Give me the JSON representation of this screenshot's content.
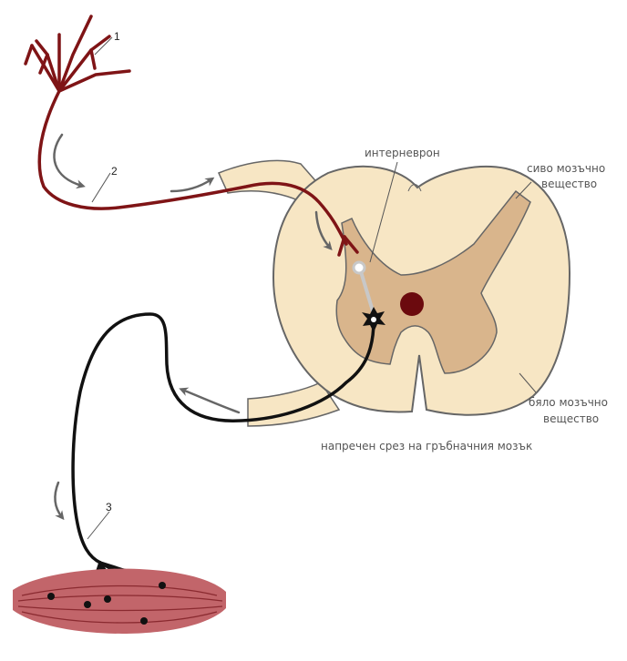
{
  "labels": {
    "interneuron": "интерневрон",
    "gray_matter_line1": "сиво мозъчно",
    "gray_matter_line2": "вещество",
    "white_matter_line1": "бяло мозъчно",
    "white_matter_line2": "вещество",
    "cross_section": "напречен срез на гръбначния мозък",
    "marker_1": "1",
    "marker_2": "2",
    "marker_3": "3"
  },
  "colors": {
    "white_matter": "#f7e6c4",
    "gray_matter": "#d9b58c",
    "outline": "#666666",
    "sensory_neuron": "#7f1416",
    "motor_neuron": "#111111",
    "central_canal": "#6b0a0e",
    "muscle_fill": "#c2656a",
    "muscle_fiber": "#8a2a30",
    "interneuron": "#c8c8c8",
    "arrow": "#666666"
  }
}
